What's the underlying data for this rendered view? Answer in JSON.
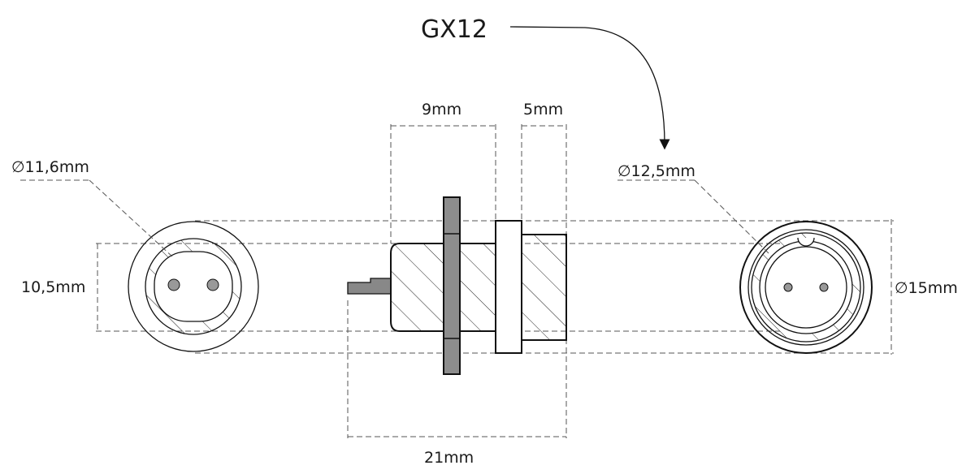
{
  "diagram": {
    "title": "GX12",
    "dimensions": {
      "inner_diameter_left": "∅11,6mm",
      "height_left": "10,5mm",
      "length_9": "9mm",
      "length_5": "5mm",
      "total_length": "21mm",
      "diameter_right": "∅12,5mm",
      "outer_diameter": "∅15mm"
    },
    "colors": {
      "line": "#111111",
      "dimension_line": "#555555",
      "nut_fill": "#888888",
      "pin_fill": "#999999"
    }
  }
}
